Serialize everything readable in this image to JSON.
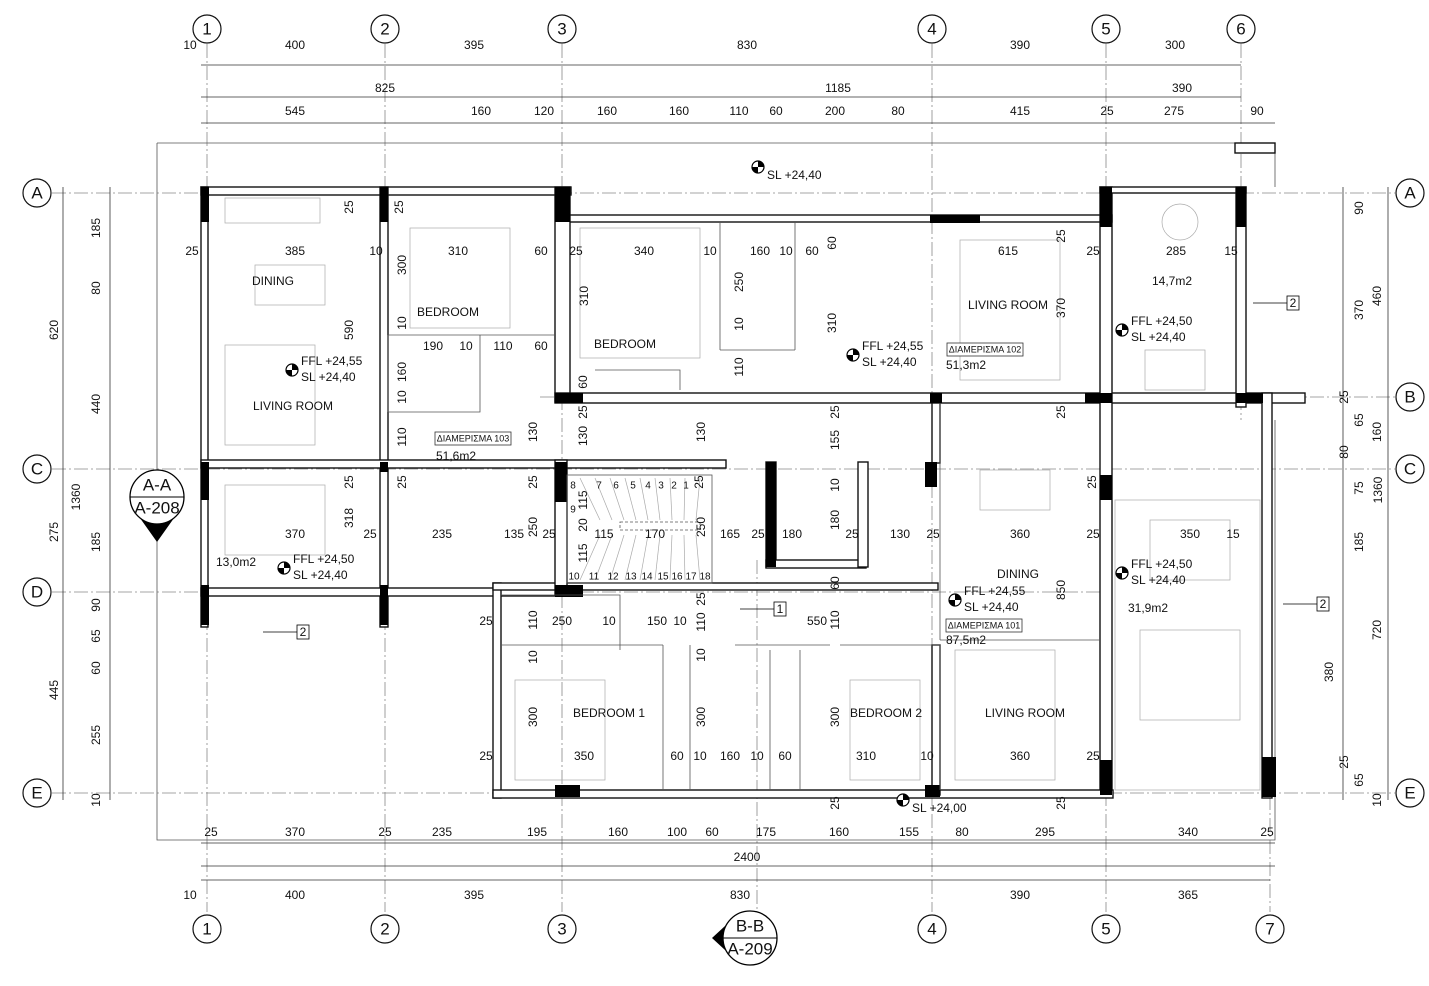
{
  "grid": {
    "top": [
      "1",
      "2",
      "3",
      "4",
      "5",
      "6"
    ],
    "bottom": [
      "1",
      "2",
      "3",
      "4",
      "5",
      "7"
    ],
    "left": [
      "A",
      "C",
      "D",
      "E"
    ],
    "right": [
      "A",
      "B",
      "C",
      "E"
    ]
  },
  "dims": {
    "top1": [
      "10",
      "400",
      "395",
      "830",
      "390",
      "300"
    ],
    "top2": [
      "825",
      "1185",
      "390"
    ],
    "top3": [
      "545",
      "160",
      "120",
      "160",
      "160",
      "110",
      "60",
      "200",
      "80",
      "415",
      "25",
      "275",
      "90"
    ],
    "bot1": [
      "25",
      "370",
      "25",
      "235",
      "195",
      "160",
      "100",
      "60",
      "175",
      "160",
      "155",
      "80",
      "295",
      "340",
      "25"
    ],
    "total": "2400",
    "bot2": [
      "10",
      "400",
      "395",
      "830",
      "390",
      "365"
    ],
    "left_outer": [
      "620",
      "1360",
      "275",
      "445"
    ],
    "left_inner": [
      "185",
      "80",
      "440",
      "185",
      "90",
      "65",
      "60",
      "255",
      "10"
    ],
    "right_inner": [
      "90",
      "370",
      "25",
      "65",
      "80",
      "75",
      "185",
      "380",
      "25",
      "65",
      "10"
    ],
    "right_outer": [
      "460",
      "160",
      "1360",
      "720"
    ]
  },
  "interior_dims": [
    "25",
    "25",
    "25",
    "385",
    "10",
    "310",
    "60",
    "25",
    "340",
    "10",
    "160",
    "10",
    "60",
    "615",
    "25",
    "25",
    "285",
    "15",
    "300",
    "310",
    "250",
    "60",
    "590",
    "10",
    "10",
    "310",
    "370",
    "190",
    "10",
    "110",
    "60",
    "160",
    "10",
    "110",
    "60",
    "25",
    "130",
    "130",
    "130",
    "25",
    "155",
    "25",
    "110",
    "25",
    "25",
    "25",
    "25",
    "10",
    "25",
    "370",
    "318",
    "25",
    "235",
    "135",
    "250",
    "25",
    "115",
    "20",
    "115",
    "170",
    "250",
    "165",
    "25",
    "180",
    "25",
    "180",
    "130",
    "25",
    "360",
    "25",
    "350",
    "15",
    "115",
    "60",
    "850",
    "25",
    "110",
    "250",
    "10",
    "150",
    "10",
    "110",
    "25",
    "550",
    "110",
    "10",
    "10",
    "300",
    "300",
    "300",
    "25",
    "350",
    "60",
    "10",
    "160",
    "10",
    "60",
    "310",
    "10",
    "360",
    "25",
    "25",
    "25"
  ],
  "rooms": [
    "DINING",
    "BEDROOM",
    "BEDROOM",
    "LIVING ROOM",
    "LIVING ROOM",
    "DINING",
    "BEDROOM 1",
    "BEDROOM 2",
    "LIVING ROOM"
  ],
  "areas": [
    "14,7m2",
    "13,0m2",
    "31,9m2"
  ],
  "apartments": [
    {
      "label": "ΔΙΑΜΕΡΙΣΜΑ 103",
      "area": "51,6m2"
    },
    {
      "label": "ΔΙΑΜΕΡΙΣΜΑ 102",
      "area": "51,3m2"
    },
    {
      "label": "ΔΙΑΜΕΡΙΣΜΑ 101",
      "area": "87,5m2"
    }
  ],
  "levels": [
    {
      "lines": [
        "SL  +24,40"
      ]
    },
    {
      "lines": [
        "FFL +24,55",
        "SL  +24,40"
      ]
    },
    {
      "lines": [
        "FFL +24,55",
        "SL  +24,40"
      ]
    },
    {
      "lines": [
        "FFL +24,50",
        "SL  +24,40"
      ]
    },
    {
      "lines": [
        "FFL +24,50",
        "SL  +24,40"
      ]
    },
    {
      "lines": [
        "FFL +24,55",
        "SL  +24,40"
      ]
    },
    {
      "lines": [
        "FFL +24,50",
        "SL  +24,40"
      ]
    },
    {
      "lines": [
        "SL  +24,00"
      ]
    }
  ],
  "stairs": {
    "upper": [
      "8",
      "7",
      "6",
      "5",
      "4",
      "3",
      "2",
      "1",
      "9"
    ],
    "lower": [
      "10",
      "11",
      "12",
      "13",
      "14",
      "15",
      "16",
      "17",
      "18"
    ]
  },
  "sections": [
    {
      "id": "A-A",
      "sheet": "A-208"
    },
    {
      "id": "B-B",
      "sheet": "A-209"
    }
  ],
  "markers": [
    "1",
    "2",
    "2",
    "2"
  ]
}
